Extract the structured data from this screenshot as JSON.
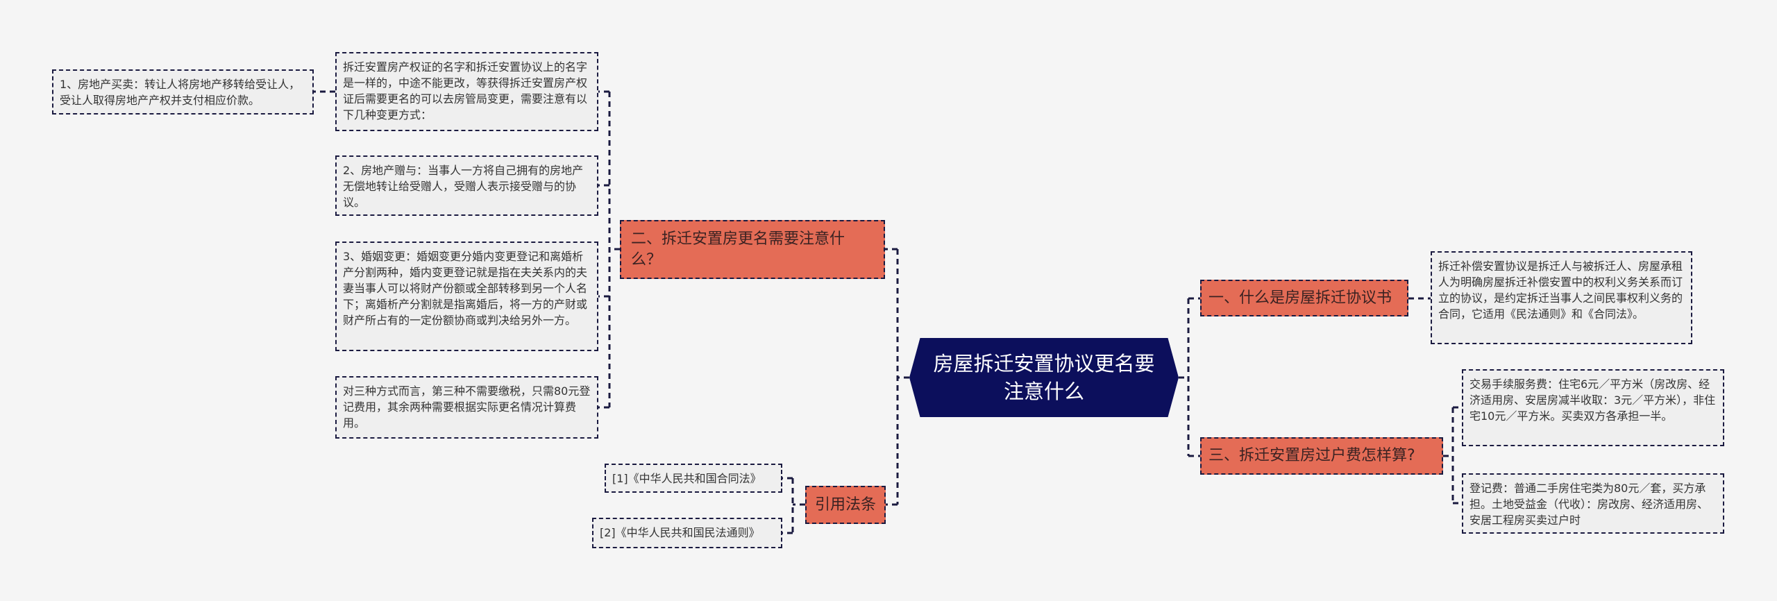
{
  "center": {
    "title": "房屋拆迁安置协议更名要注意什么"
  },
  "left_branch": {
    "title": "二、拆迁安置房更名需要注意什么？",
    "intro": "拆迁安置房产权证的名字和拆迁安置协议上的名字是一样的，中途不能更改，等获得拆迁安置房产权证后需要更名的可以去房管局变更，需要注意有以下几种变更方式：",
    "item1": "1、房地产买卖：转让人将房地产移转给受让人，受让人取得房地产产权并支付相应价款。",
    "item2": "2、房地产赠与：当事人一方将自己拥有的房地产无偿地转让给受赠人，受赠人表示接受赠与的协议。",
    "item3": "3、婚姻变更：婚姻变更分婚内变更登记和离婚析产分割两种，婚内变更登记就是指在夫关系内的夫妻当事人可以将财产份额或全部转移到另一个人名下；离婚析产分割就是指离婚后，将一方的产财或财产所占有的一定份额协商或判决给另外一方。",
    "summary": "对三种方式而言，第三种不需要缴税，只需80元登记费用，其余两种需要根据实际更名情况计算费用。"
  },
  "refs_branch": {
    "title": "引用法条",
    "items": [
      "[1]《中华人民共和国合同法》",
      "[2]《中华人民共和国民法通则》"
    ]
  },
  "right_branch_1": {
    "title": "一、什么是房屋拆迁协议书",
    "content": "拆迁补偿安置协议是拆迁人与被拆迁人、房屋承租人为明确房屋拆迁补偿安置中的权利义务关系而订立的协议，是约定拆迁当事人之间民事权利义务的合同，它适用《民法通则》和《合同法》。"
  },
  "right_branch_3": {
    "title": "三、拆迁安置房过户费怎样算?",
    "items": [
      "交易手续服务费：住宅6元／平方米（房改房、经济适用房、安居房减半收取：3元／平方米），非住宅10元／平方米。买卖双方各承担一半。",
      "登记费：普通二手房住宅类为80元／套，买方承担。土地受益金（代收）：房改房、经济适用房、安居工程房买卖过户时"
    ]
  },
  "colors": {
    "branch": "#e46c56",
    "center": "#0c0f5c",
    "line": "#1a1a40",
    "leaf": "#efefef"
  }
}
